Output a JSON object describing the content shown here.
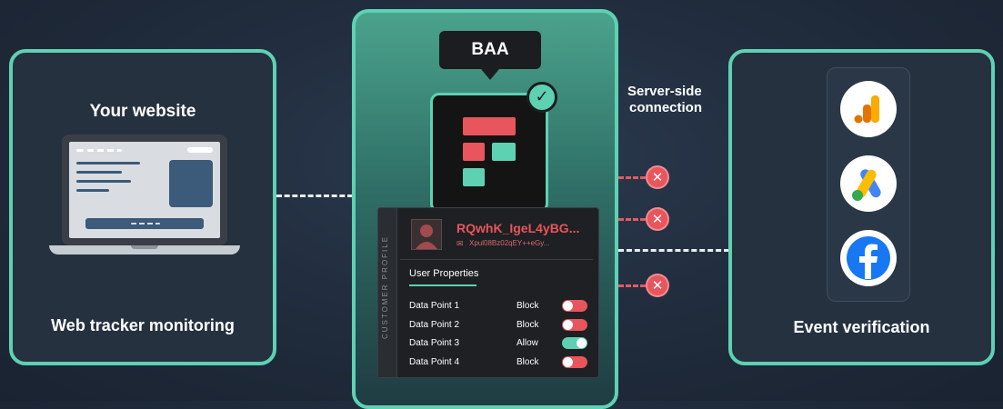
{
  "left": {
    "title": "Your website",
    "footer": "Web tracker monitoring"
  },
  "center": {
    "tag": "BAA",
    "profile": {
      "section_label": "CUSTOMER PROFILE",
      "name": "RQwhK_IgeL4yBG...",
      "id": "Xpul08Bz02qEY++eGy...",
      "tab": "User Properties",
      "data_points": [
        {
          "label": "Data Point 1",
          "state": "Block"
        },
        {
          "label": "Data Point 2",
          "state": "Block"
        },
        {
          "label": "Data Point 3",
          "state": "Allow"
        },
        {
          "label": "Data Point 4",
          "state": "Block"
        }
      ]
    }
  },
  "connection": {
    "label_line1": "Server-side",
    "label_line2": "connection"
  },
  "right": {
    "footer": "Event verification",
    "apps": [
      "google-analytics-icon",
      "google-ads-icon",
      "facebook-icon"
    ]
  },
  "colors": {
    "accent": "#5ed1b3",
    "block": "#e8555c",
    "allow": "#5ed1b3",
    "panel": "#25313f"
  }
}
